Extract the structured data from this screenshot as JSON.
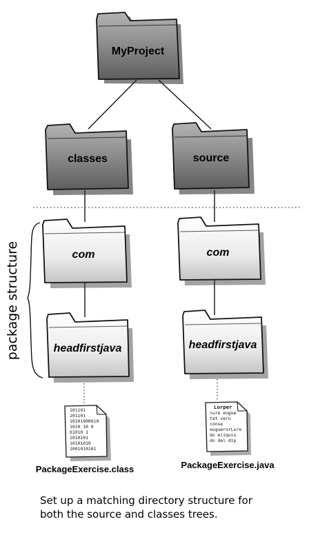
{
  "folders": {
    "myproject": "MyProject",
    "classes": "classes",
    "source": "source",
    "com_classes": "com",
    "com_source": "com",
    "headfirstjava_classes": "headfirstjava",
    "headfirstjava_source": "headfirstjava"
  },
  "side_label": "package structure",
  "class_file": {
    "name": "PackageExercise.class",
    "lines": [
      "101101",
      "101101",
      "10101000010",
      "1010 10 0",
      "01010  1",
      "1010101",
      "10101010",
      "1001010101"
    ]
  },
  "java_file": {
    "name": "PackageExercise.java",
    "lines": [
      "Lorper",
      "iure eugue",
      "tat vero",
      "conse",
      "euguerorLore",
      "do eliquis",
      "do del dip"
    ]
  },
  "note_lines": [
    "Set up a matching directory structure for",
    "both the source and classes trees."
  ],
  "colors": {
    "dark_folder": "#8a8a8a",
    "light_folder": "#e6e6e6"
  }
}
